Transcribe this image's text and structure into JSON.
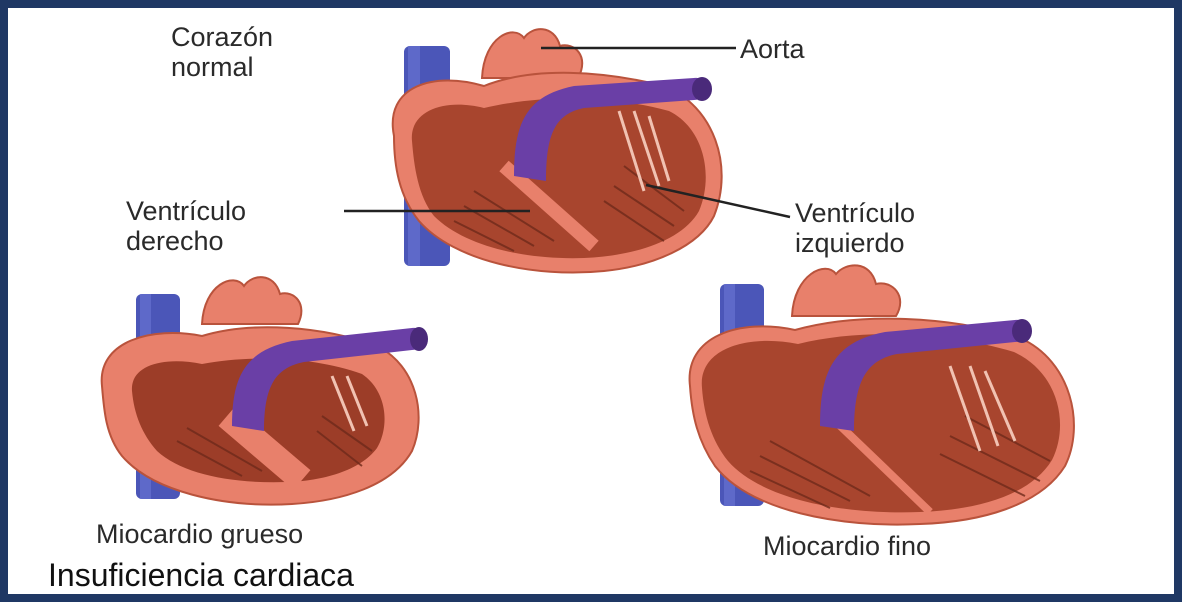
{
  "labels": {
    "normal_heart": [
      "Corazón",
      "normal"
    ],
    "aorta": "Aorta",
    "right_ventricle": [
      "Ventrículo",
      "derecho"
    ],
    "left_ventricle": [
      "Ventrículo",
      "izquierdo"
    ],
    "thick_myocardium": "Miocardio grueso",
    "thin_myocardium": "Miocardio fino",
    "caption": "Insuficiencia cardiaca"
  },
  "colors": {
    "frame_border": "#1f3864",
    "vessel_blue": "#4b56b8",
    "vessel_purple": "#6a3fa6",
    "heart_outer": "#e8806b",
    "heart_inner": "#a8452e",
    "muscle": "#c0604a"
  }
}
